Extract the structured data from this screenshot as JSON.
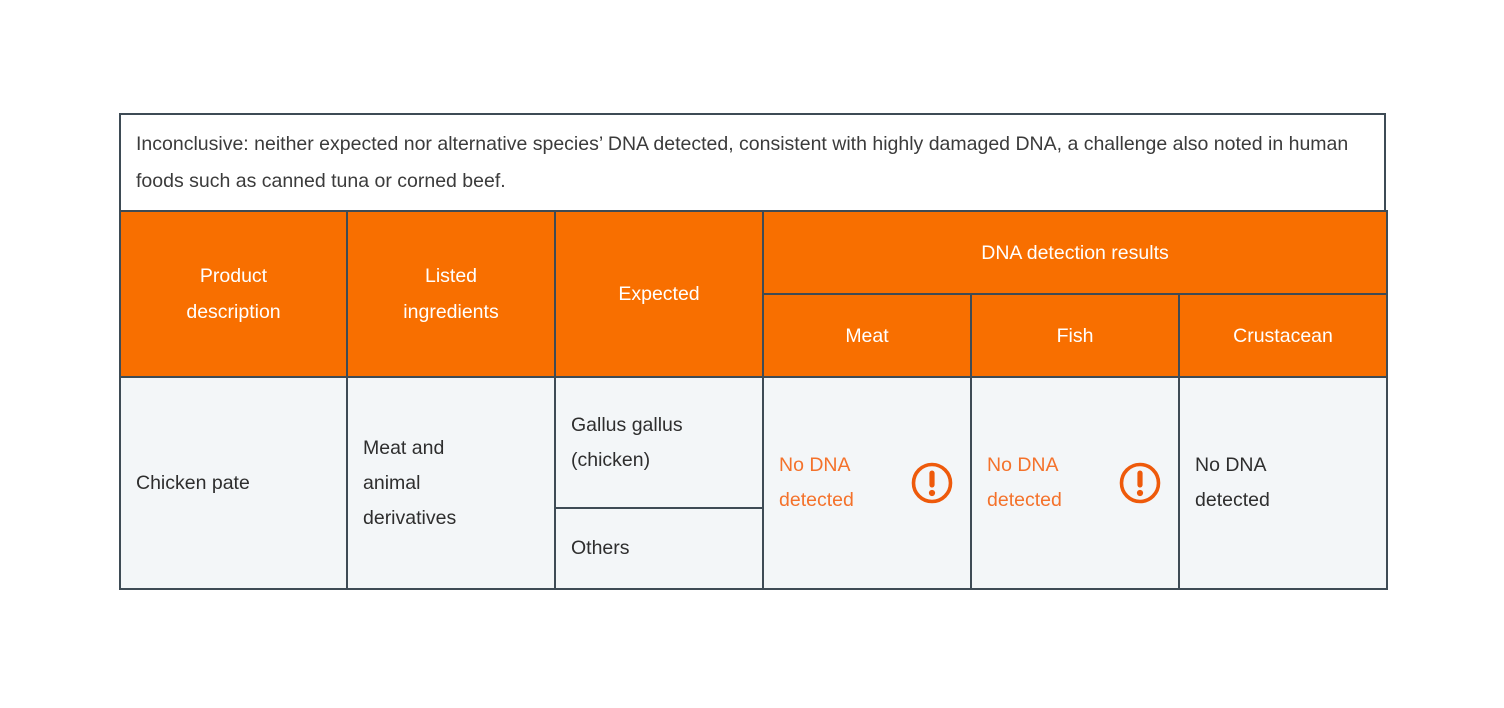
{
  "note": {
    "text": "Inconclusive: neither expected nor alternative species’ DNA detected, consistent with highly damaged DNA, a challenge also noted in human foods such as canned tuna or corned beef."
  },
  "table": {
    "headers": {
      "product_description": "Product description",
      "listed_ingredients": "Listed ingredients",
      "expected": "Expected",
      "dna_detection_results": "DNA detection results",
      "meat": "Meat",
      "fish": "Fish",
      "crustacean": "Crustacean"
    },
    "row": {
      "product_description": "Chicken pate",
      "listed_ingredients": "Meat and animal derivatives",
      "expected_species": "Gallus gallus (chicken)",
      "expected_others": "Others",
      "results": {
        "meat": {
          "text": "No DNA detected",
          "icon": "alert-circle-icon"
        },
        "fish": {
          "text": "No DNA detected",
          "icon": "alert-circle-icon"
        },
        "crustacean": {
          "text": "No DNA detected"
        }
      }
    }
  },
  "colors": {
    "header_bg": "#f86f00",
    "accent_text": "#f4722b",
    "warning_icon": "#ee5a0b",
    "border": "#3e4b55",
    "cell_bg": "#f3f6f8",
    "note_text": "#3b3b3b"
  }
}
